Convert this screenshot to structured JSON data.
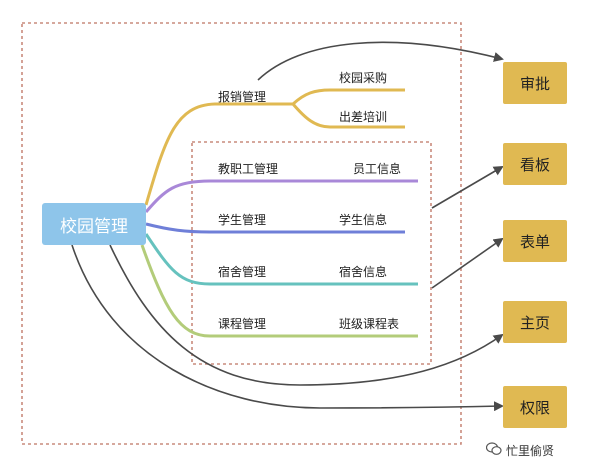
{
  "root": {
    "label": "校园管理",
    "color": "#8EC5EA"
  },
  "branches": [
    {
      "label": "报销管理",
      "color": "#E0B952",
      "children": [
        "校园采购",
        "出差培训"
      ]
    },
    {
      "label": "教职工管理",
      "color": "#A988D8",
      "children": [
        "员工信息"
      ]
    },
    {
      "label": "学生管理",
      "color": "#6F7FD8",
      "children": [
        "学生信息"
      ]
    },
    {
      "label": "宿舍管理",
      "color": "#66C2BE",
      "children": [
        "宿舍信息"
      ]
    },
    {
      "label": "课程管理",
      "color": "#B3CC7A",
      "children": [
        "班级课程表"
      ]
    }
  ],
  "targets": [
    "审批",
    "看板",
    "表单",
    "主页",
    "权限"
  ],
  "target_color": "#E0B952",
  "dashed_border_color": "#C98B7D",
  "arrow_color": "#4A4A4A",
  "watermark": "忙里偷贤"
}
